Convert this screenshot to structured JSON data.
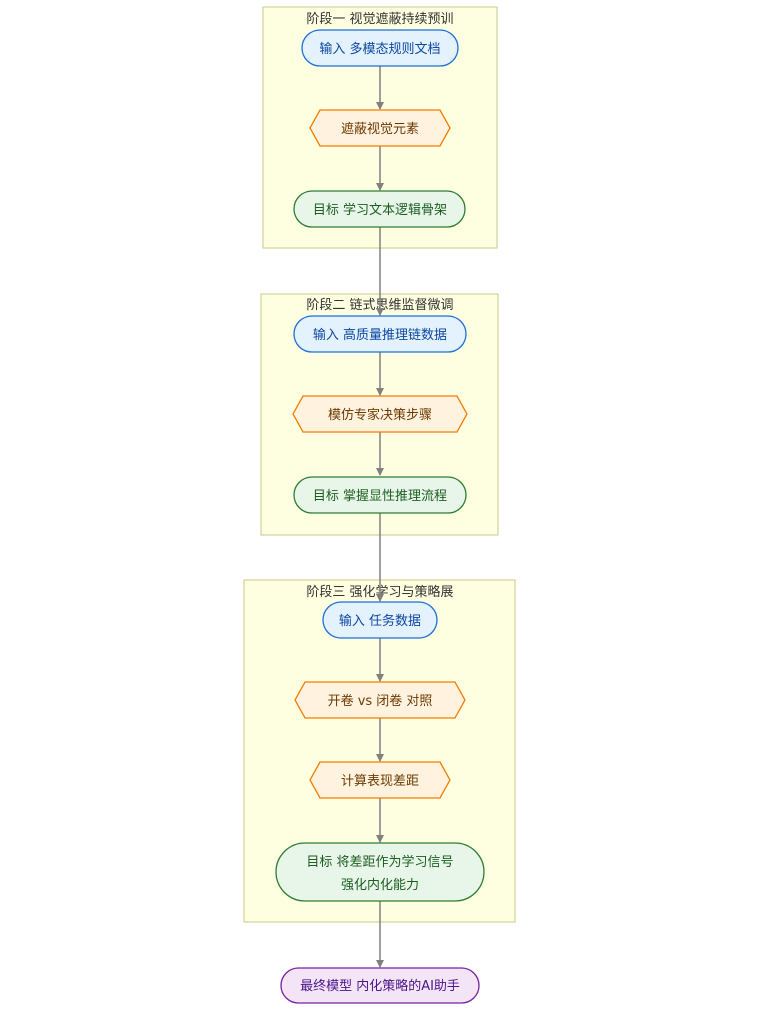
{
  "stages": [
    {
      "title": "阶段一 视觉遮蔽持续预训",
      "nodes": [
        {
          "kind": "input",
          "text": "输入 多模态规则文档"
        },
        {
          "kind": "action",
          "text": "遮蔽视觉元素"
        },
        {
          "kind": "goal",
          "text": "目标 学习文本逻辑骨架"
        }
      ]
    },
    {
      "title": "阶段二 链式思维监督微调",
      "nodes": [
        {
          "kind": "input",
          "text": "输入 高质量推理链数据"
        },
        {
          "kind": "action",
          "text": "模仿专家决策步骤"
        },
        {
          "kind": "goal",
          "text": "目标 掌握显性推理流程"
        }
      ]
    },
    {
      "title": "阶段三 强化学习与策略展",
      "nodes": [
        {
          "kind": "input",
          "text": "输入 任务数据"
        },
        {
          "kind": "action",
          "text": "开卷 vs 闭卷 对照"
        },
        {
          "kind": "action",
          "text": "计算表现差距"
        },
        {
          "kind": "goal",
          "text": "目标 将差距作为学习信号",
          "text2": "强化内化能力"
        }
      ]
    }
  ],
  "final": {
    "kind": "final",
    "text": "最终模型 内化策略的AI助手"
  },
  "colors": {
    "stage_fill": "#fefee0",
    "stage_stroke": "#c9c98a",
    "input_fill": "#e3f2fd",
    "input_stroke": "#1e6fd9",
    "input_text": "#0d47a1",
    "action_fill": "#fff3e0",
    "action_stroke": "#f57c00",
    "action_text": "#6d3a00",
    "goal_fill": "#e8f5e9",
    "goal_stroke": "#2e7d32",
    "goal_text": "#1b5e20",
    "final_fill": "#f3e5f5",
    "final_stroke": "#7b1fa2",
    "final_text": "#4a148c",
    "edge": "#808080"
  }
}
